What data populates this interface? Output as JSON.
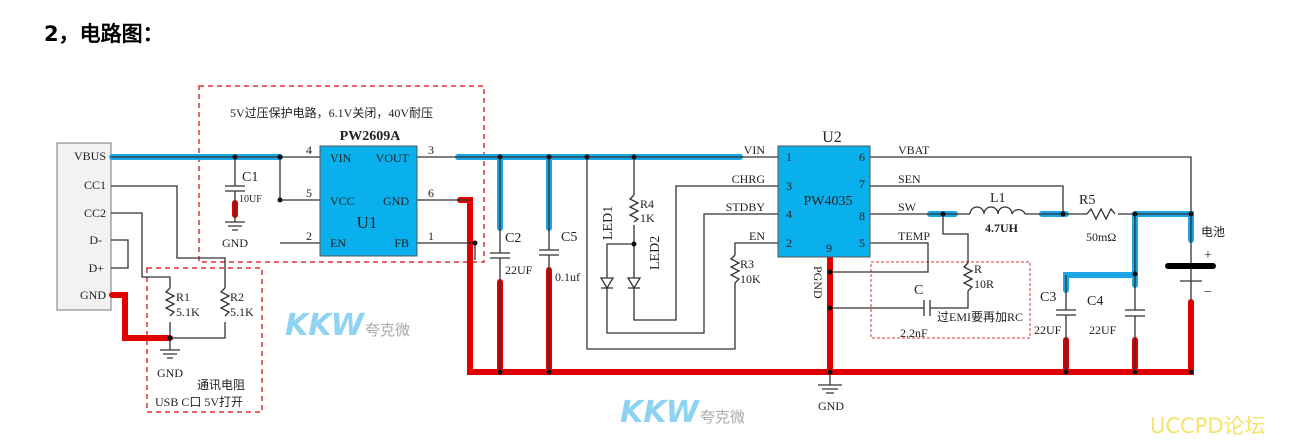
{
  "heading": "2，电路图：",
  "colors": {
    "vbus_net": "#1aa6e4",
    "gnd_net": "#e00000",
    "chip_fill": "#0ab0ec",
    "note_box": "#e03030",
    "forum_watermark": "#f5e36a"
  },
  "connector": {
    "pins": [
      "VBUS",
      "CC1",
      "CC2",
      "D-",
      "D+",
      "GND"
    ]
  },
  "protection": {
    "note": "5V过压保护电路，6.1V关闭，40V耐压",
    "part": "PW2609A",
    "ref": "U1",
    "pins_left": [
      {
        "num": "4",
        "name": "VIN"
      },
      {
        "num": "5",
        "name": "VCC"
      },
      {
        "num": "2",
        "name": "EN"
      }
    ],
    "pins_right": [
      {
        "num": "3",
        "name": "VOUT"
      },
      {
        "num": "6",
        "name": "GND"
      },
      {
        "num": "1",
        "name": "FB"
      }
    ],
    "c1": {
      "ref": "C1",
      "value": "10UF"
    },
    "gnd": "GND"
  },
  "cc_resistors": {
    "r1": {
      "ref": "R1",
      "value": "5.1K"
    },
    "r2": {
      "ref": "R2",
      "value": "5.1K"
    },
    "gnd": "GND",
    "note1": "通讯电阻",
    "note2": "USB C口 5V打开"
  },
  "input_caps": {
    "c2": {
      "ref": "C2",
      "value": "22UF"
    },
    "c5": {
      "ref": "C5",
      "value": "0.1uf"
    }
  },
  "leds": {
    "led1": "LED1",
    "led2": "LED2",
    "r4": {
      "ref": "R4",
      "value": "1K"
    },
    "r3": {
      "ref": "R3",
      "value": "10K"
    }
  },
  "charger": {
    "ref": "U2",
    "part": "PW4035",
    "pins_left": [
      {
        "num": "1",
        "name": "VIN"
      },
      {
        "num": "3",
        "name": "CHRG"
      },
      {
        "num": "4",
        "name": "STDBY"
      },
      {
        "num": "2",
        "name": "EN"
      }
    ],
    "pins_right": [
      {
        "num": "6",
        "name": "VBAT"
      },
      {
        "num": "7",
        "name": "SEN"
      },
      {
        "num": "8",
        "name": "SW"
      },
      {
        "num": "5",
        "name": "TEMP"
      }
    ],
    "pin_bottom": {
      "num": "9",
      "name": "PGND"
    },
    "gnd": "GND"
  },
  "output": {
    "l1": {
      "ref": "L1",
      "value": "4.7UH"
    },
    "r5": {
      "ref": "R5",
      "value": "50mΩ"
    },
    "c3": {
      "ref": "C3",
      "value": "22UF"
    },
    "c4": {
      "ref": "C4",
      "value": "22UF"
    },
    "battery": {
      "label": "电池",
      "plus": "+",
      "minus": "−"
    },
    "snubber": {
      "c_ref": "C",
      "c_value": "2.2nF",
      "r_ref": "R",
      "r_value": "10R",
      "note": "过EMI要再加RC"
    }
  },
  "watermarks": {
    "brand": "KKW",
    "brand_cn": "夸克微",
    "forum": "UCCPD论坛"
  }
}
